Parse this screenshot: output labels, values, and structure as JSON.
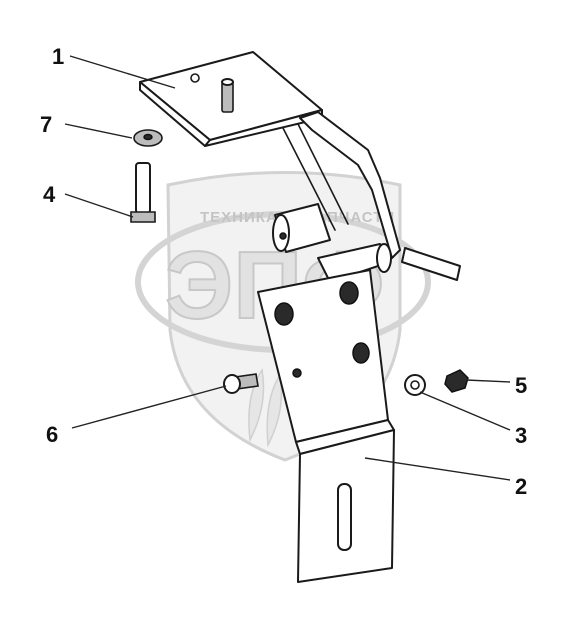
{
  "watermark": {
    "brand_text": "ТЕХНИКА",
    "brand_text_2": "ЗАПЧАСТИ",
    "logo_letters": "ЭПФ"
  },
  "callouts": [
    {
      "id": "1",
      "label": "1"
    },
    {
      "id": "7",
      "label": "7"
    },
    {
      "id": "4",
      "label": "4"
    },
    {
      "id": "6",
      "label": "6"
    },
    {
      "id": "5",
      "label": "5"
    },
    {
      "id": "3",
      "label": "3"
    },
    {
      "id": "2",
      "label": "2"
    }
  ],
  "colors": {
    "line": "#1a1a1a",
    "watermark": "#c4c4c4"
  }
}
